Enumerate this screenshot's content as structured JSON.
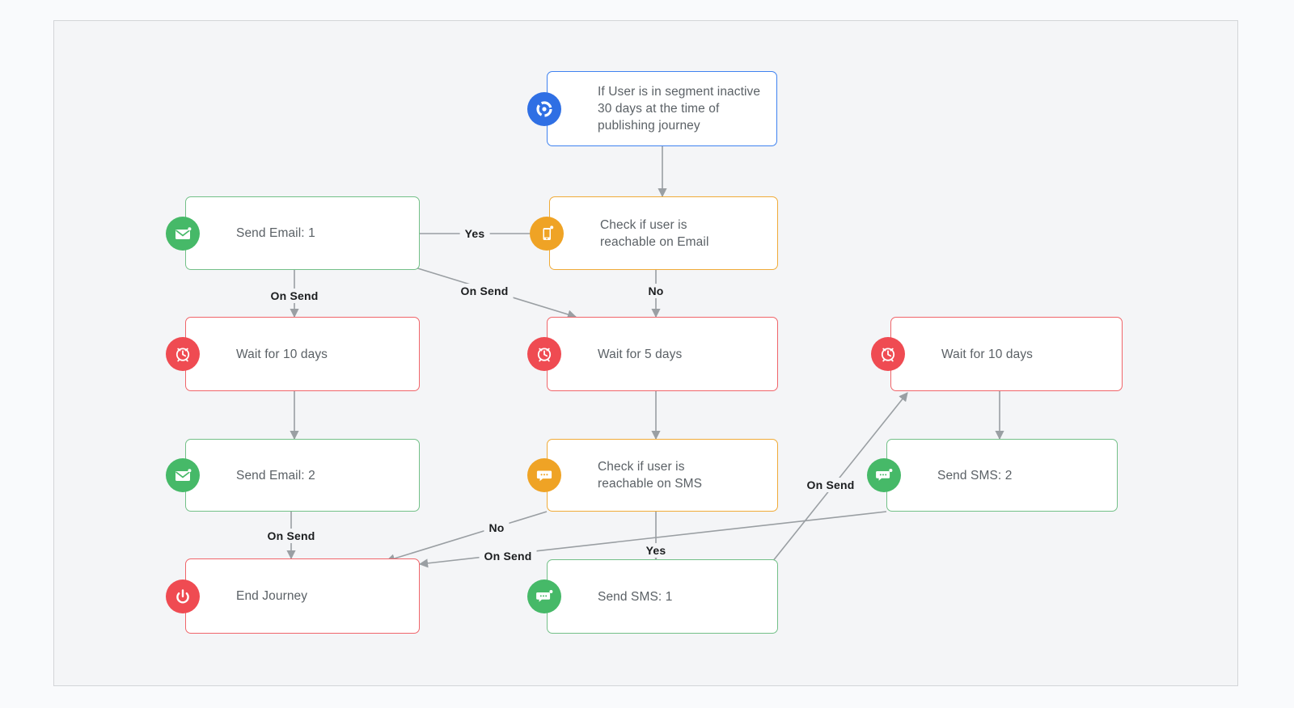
{
  "canvas": {
    "background_color": "#f4f5f7",
    "page_background_color": "#f9fafc",
    "border_color": "#d3d5d8"
  },
  "palette": {
    "trigger_blue": "#2f6fe4",
    "send_green": "#46b968",
    "check_orange": "#efa325",
    "wait_red": "#ef4b52",
    "edge_grey": "#9a9fa3",
    "text_grey": "#5b6166"
  },
  "nodes": [
    {
      "id": "trigger",
      "label": "If User is in segment inactive\n30 days at the time of\npublishing journey",
      "type": "trigger",
      "icon": "segment-trigger-icon",
      "badge_color": "blue"
    },
    {
      "id": "send-email-1",
      "label": "Send Email: 1",
      "type": "email",
      "icon": "envelope-icon",
      "badge_color": "green"
    },
    {
      "id": "check-email",
      "label": "Check if user is\nreachable on Email",
      "type": "check",
      "icon": "mobile-device-icon",
      "badge_color": "orange"
    },
    {
      "id": "wait-10-left",
      "label": "Wait for 10 days",
      "type": "wait",
      "icon": "alarm-clock-icon",
      "badge_color": "red"
    },
    {
      "id": "wait-5",
      "label": "Wait for 5 days",
      "type": "wait",
      "icon": "alarm-clock-icon",
      "badge_color": "red"
    },
    {
      "id": "wait-10-right",
      "label": "Wait for 10 days",
      "type": "wait",
      "icon": "alarm-clock-icon",
      "badge_color": "red"
    },
    {
      "id": "send-email-2",
      "label": "Send Email: 2",
      "type": "email",
      "icon": "envelope-icon",
      "badge_color": "green"
    },
    {
      "id": "check-sms",
      "label": "Check if user is\nreachable on SMS",
      "type": "check",
      "icon": "chat-bubble-icon",
      "badge_color": "orange"
    },
    {
      "id": "send-sms-2",
      "label": "Send SMS: 2",
      "type": "sms",
      "icon": "chat-bubble-send-icon",
      "badge_color": "green"
    },
    {
      "id": "end-journey",
      "label": "End Journey",
      "type": "end",
      "icon": "power-icon",
      "badge_color": "red"
    },
    {
      "id": "send-sms-1",
      "label": "Send SMS: 1",
      "type": "sms",
      "icon": "chat-bubble-send-icon",
      "badge_color": "green"
    }
  ],
  "edges": [
    {
      "id": "e1",
      "from": "trigger",
      "to": "check-email",
      "label": ""
    },
    {
      "id": "e2",
      "from": "check-email",
      "to": "send-email-1",
      "label": "Yes"
    },
    {
      "id": "e3",
      "from": "check-email",
      "to": "wait-5",
      "label": "No"
    },
    {
      "id": "e4",
      "from": "send-email-1",
      "to": "wait-10-left",
      "label": "On Send"
    },
    {
      "id": "e5",
      "from": "send-email-1",
      "to": "wait-5",
      "label": "On Send"
    },
    {
      "id": "e6",
      "from": "wait-10-left",
      "to": "send-email-2",
      "label": ""
    },
    {
      "id": "e7",
      "from": "wait-5",
      "to": "check-sms",
      "label": ""
    },
    {
      "id": "e8",
      "from": "send-email-2",
      "to": "end-journey",
      "label": "On Send"
    },
    {
      "id": "e9",
      "from": "check-sms",
      "to": "end-journey",
      "label": "No"
    },
    {
      "id": "e10",
      "from": "check-sms",
      "to": "send-sms-1",
      "label": "Yes"
    },
    {
      "id": "e11",
      "from": "send-sms-1",
      "to": "wait-10-right",
      "label": "On Send"
    },
    {
      "id": "e12",
      "from": "wait-10-right",
      "to": "send-sms-2",
      "label": ""
    },
    {
      "id": "e13",
      "from": "send-sms-2",
      "to": "end-journey",
      "label": "On Send"
    }
  ],
  "edge_labels": {
    "yes_email": "Yes",
    "no_email": "No",
    "on_send_email1_left": "On Send",
    "on_send_email1_diag": "On Send",
    "on_send_email2": "On Send",
    "no_sms": "No",
    "yes_sms": "Yes",
    "on_send_sms1": "On Send",
    "on_send_sms2": "On Send"
  }
}
